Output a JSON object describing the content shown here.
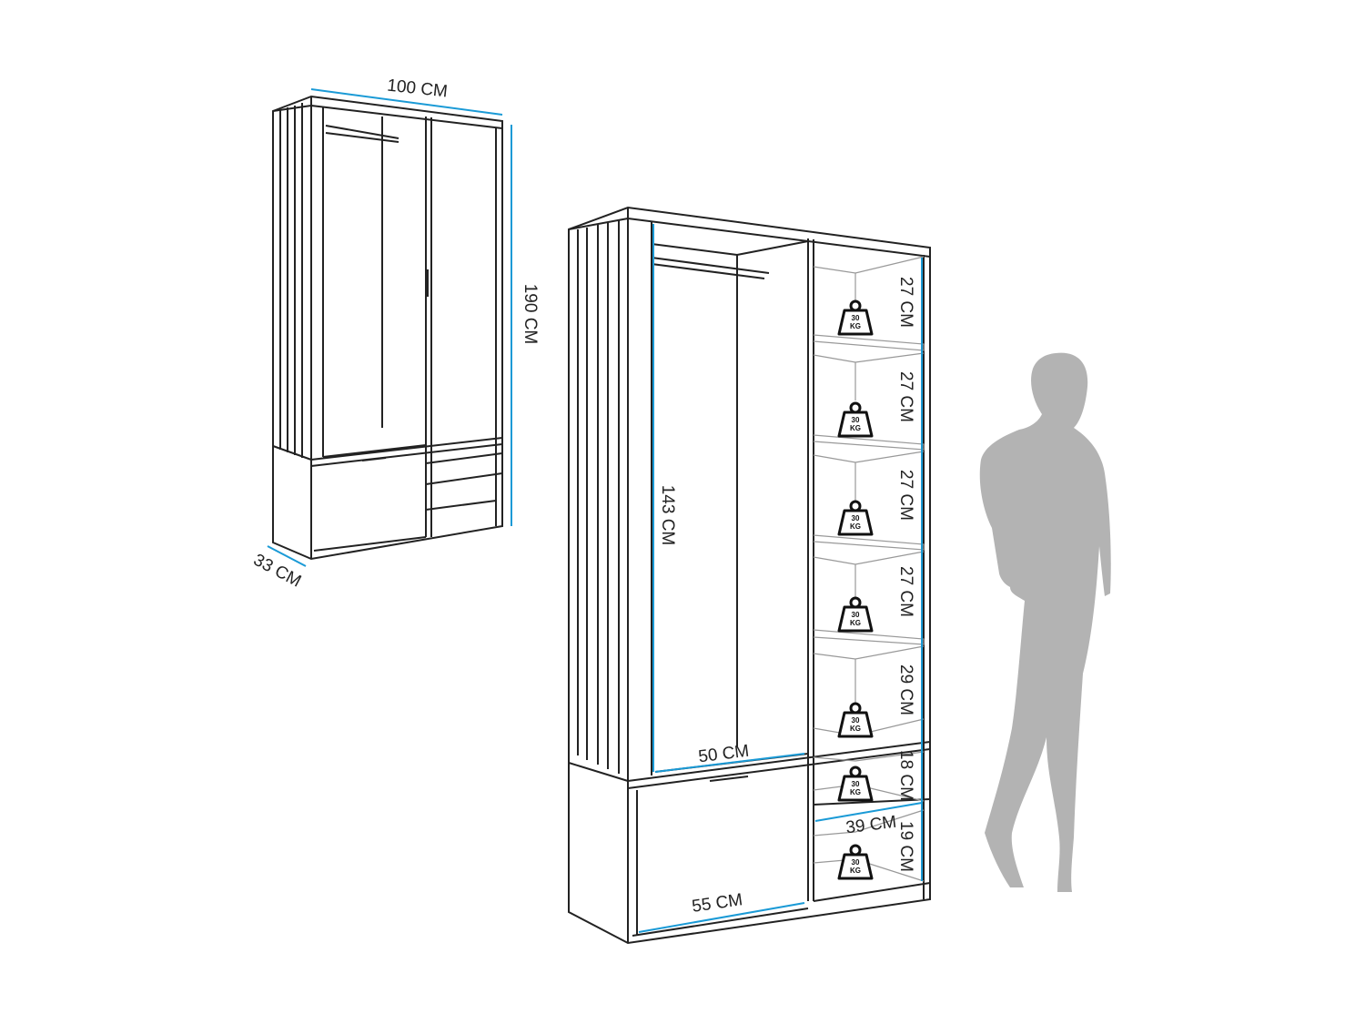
{
  "small_view": {
    "width_label": "100 CM",
    "height_label": "190 CM",
    "depth_label": "33 CM"
  },
  "large_view": {
    "hanging_height_label": "143 CM",
    "hanging_width_label": "50 CM",
    "drawer_width_label": "55 CM",
    "shelf_width_label": "39 CM",
    "shelf_heights": [
      "27 CM",
      "27 CM",
      "27 CM",
      "27 CM",
      "29 CM",
      "18 CM",
      "19 CM"
    ],
    "weight_capacity": {
      "value": "30",
      "unit": "KG"
    }
  },
  "colors": {
    "dimension_line": "#1a9ad6",
    "outline": "#222222",
    "silhouette": "#b3b3b3"
  },
  "icons": [
    "weight-icon",
    "person-silhouette"
  ]
}
